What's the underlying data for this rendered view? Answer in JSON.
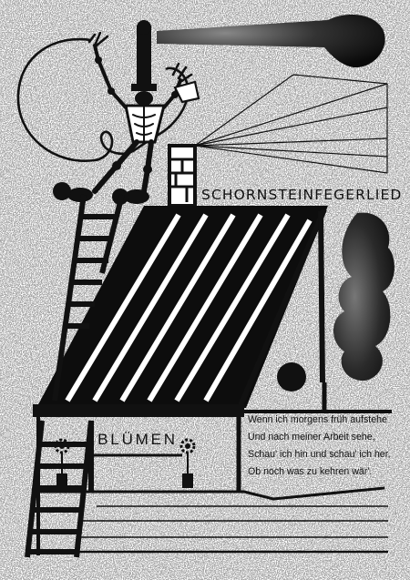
{
  "title": "SCHORNSTEINFEGERLIED",
  "sign": "BLÜMEN",
  "poem": {
    "lines": [
      "Wenn ich morgens früh aufstehe",
      "Und nach meiner Arbeit sehe,",
      "Schau' ich hin und schau' ich her,",
      "Ob noch was zu kehren wär'."
    ]
  },
  "colors": {
    "ink": "#111111",
    "paper": "#ffffff"
  }
}
